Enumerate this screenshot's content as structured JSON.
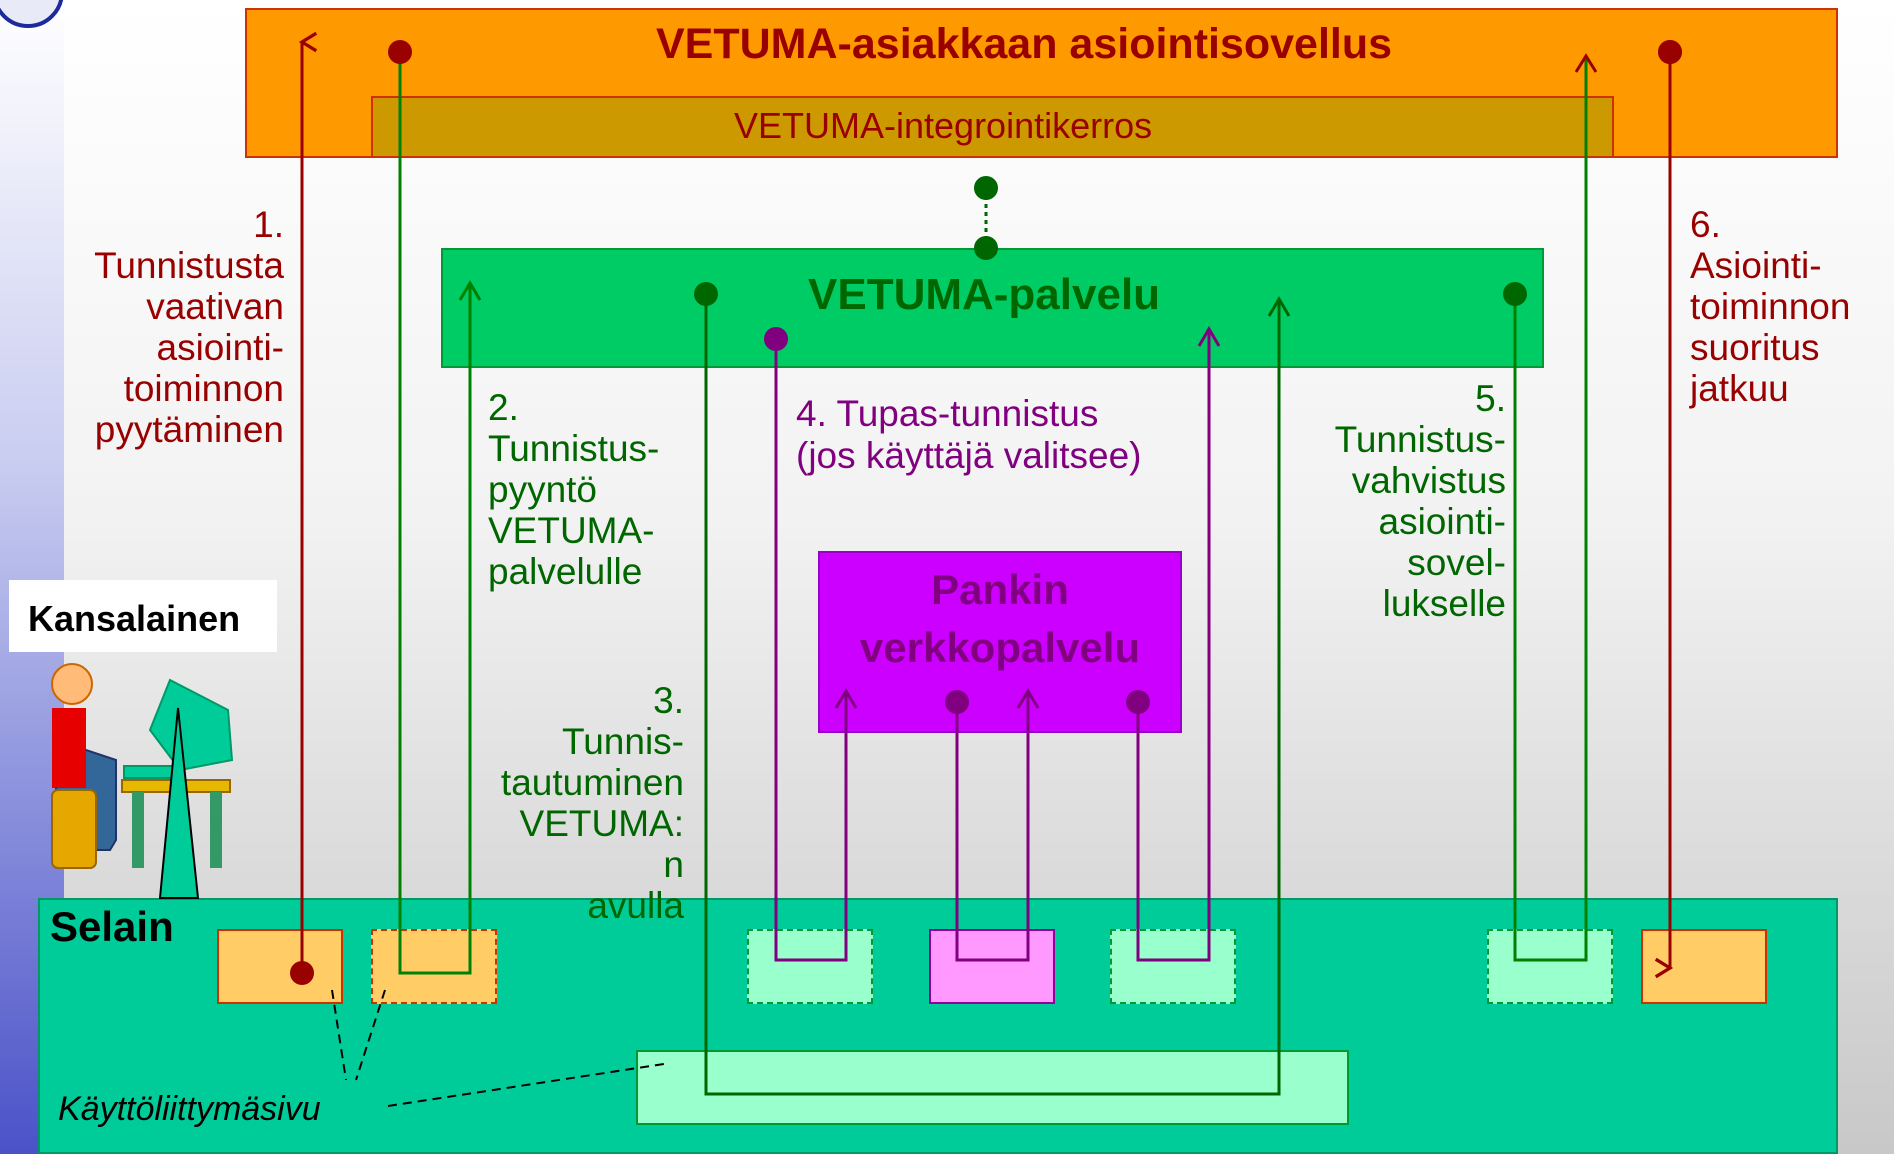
{
  "app_box": {
    "title": "VETUMA-asiakkaan asiointisovellus",
    "integration_layer": "VETUMA-integrointikerros"
  },
  "service_box": {
    "title": "VETUMA-palvelu"
  },
  "bank_box": {
    "line1": "Pankin",
    "line2": "verkkopalvelu"
  },
  "citizen_label": "Kansalainen",
  "browser_label": "Selain",
  "ui_page_label": "Käyttöliittymäsivu",
  "steps": {
    "s1": [
      "1.",
      "Tunnistusta",
      "vaativan",
      "asiointi-",
      "toiminnon",
      "pyytäminen"
    ],
    "s2": [
      "2.",
      "Tunnistus-",
      "pyyntö",
      "VETUMA-",
      "palvelulle"
    ],
    "s3": [
      "3.",
      "Tunnis-",
      "tautuminen",
      "VETUMA:",
      "n",
      "avulla"
    ],
    "s4": [
      "4. Tupas-tunnistus",
      "(jos käyttäjä valitsee)"
    ],
    "s5": [
      "5.",
      "Tunnistus-",
      "vahvistus",
      "asiointi-",
      "sovel-",
      "lukselle"
    ],
    "s6": [
      "6.",
      "Asiointi-",
      "toiminnon",
      "suoritus",
      "jatkuu"
    ]
  },
  "colors": {
    "app": "#ff9900",
    "integration": "#cc9900",
    "service": "#00cc66",
    "bank": "#cc00ff",
    "browser": "#00cc99",
    "red_flow": "#990000",
    "green_flow": "#006600",
    "purple_flow": "#800080"
  }
}
